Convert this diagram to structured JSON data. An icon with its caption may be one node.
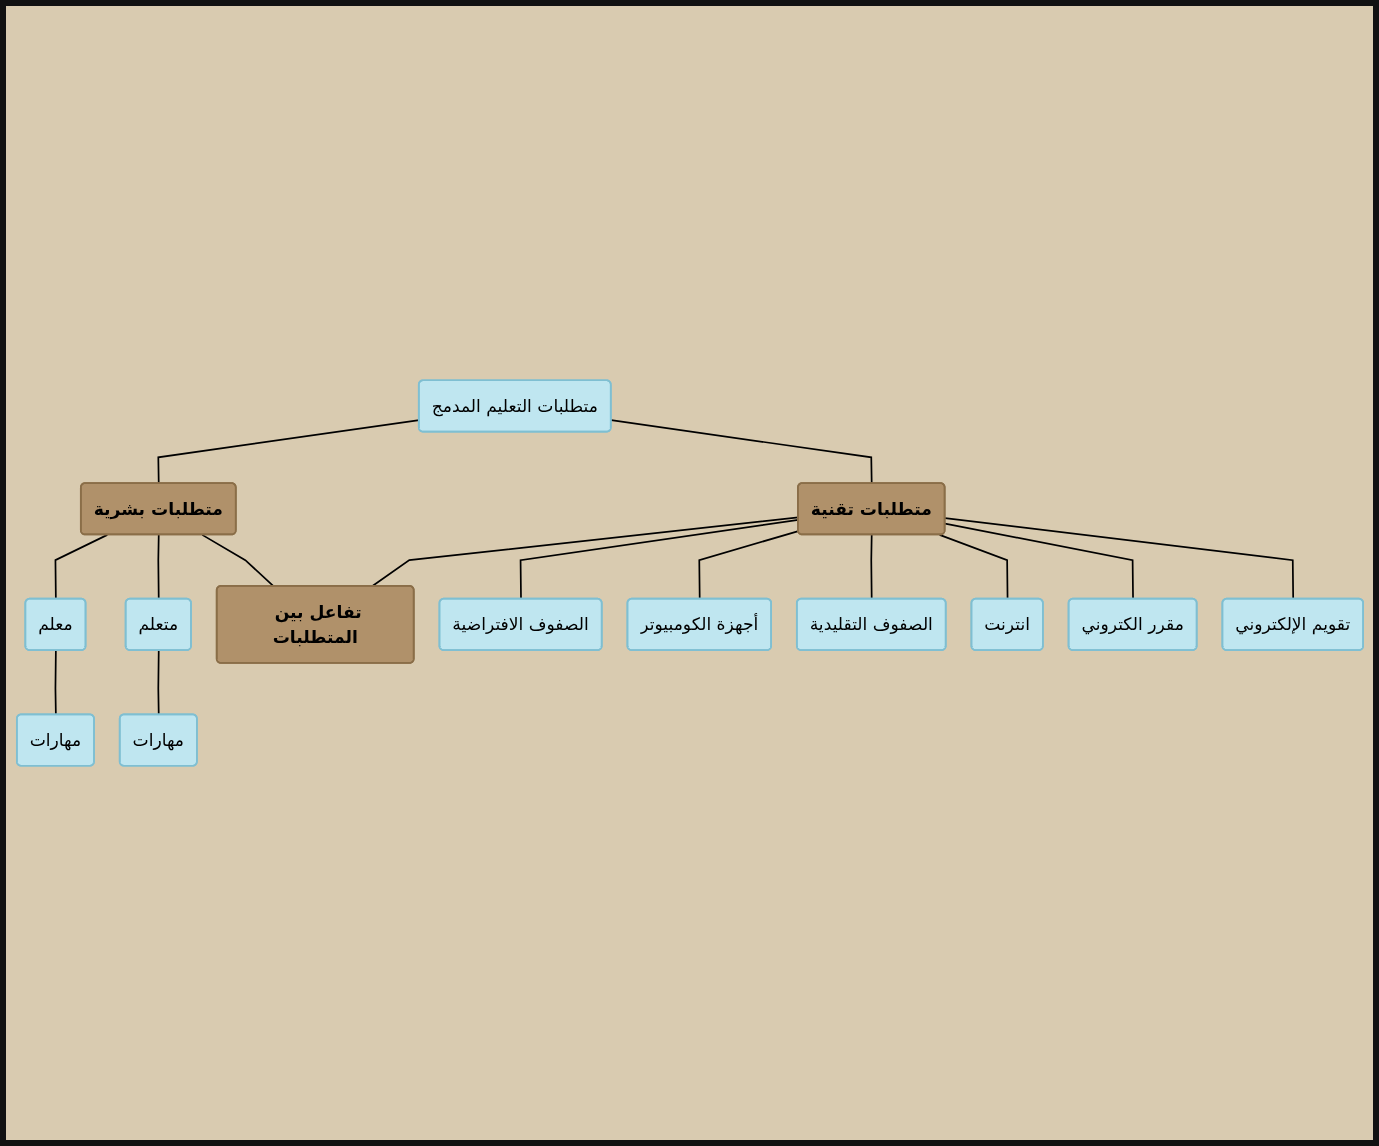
{
  "diagram": {
    "nodes": [
      {
        "text": [
          "متطلبات التعليم المدمج"
        ]
      },
      {
        "text": [
          "متطلبات بشرية"
        ]
      },
      {
        "text": [
          "متطلبات تقنية"
        ]
      },
      {
        "text": [
          "مهارات"
        ]
      },
      {
        "text": [
          "معلم"
        ]
      },
      {
        "text": [
          "مهارات"
        ]
      },
      {
        "text": [
          "متعلم"
        ]
      },
      {
        "text": [
          "تفاعل بين المتطلبات"
        ]
      },
      {
        "text": [
          "الصفوف الافتراضية"
        ]
      },
      {
        "text": [
          "أجهزة الكومبيوتر"
        ]
      },
      {
        "text": [
          "الصفوف التقليدية"
        ]
      },
      {
        "text": [
          "انترنت"
        ]
      },
      {
        "text": [
          "مقرر الكتروني"
        ]
      },
      {
        "text": [
          "تقويم الإلكتروني"
        ]
      }
    ],
    "edges": [
      {
        "from": 0,
        "to": 1,
        "arrow": "none"
      },
      {
        "from": 0,
        "to": 2,
        "arrow": "none"
      },
      {
        "from": 1,
        "to": 4,
        "arrow": "none"
      },
      {
        "from": 1,
        "to": 6,
        "arrow": "none"
      },
      {
        "from": 1,
        "to": 7,
        "arrow": "none"
      },
      {
        "from": 2,
        "to": 7,
        "arrow": "none"
      },
      {
        "from": 2,
        "to": 8,
        "arrow": "none"
      },
      {
        "from": 2,
        "to": 9,
        "arrow": "none"
      },
      {
        "from": 2,
        "to": 10,
        "arrow": "none"
      },
      {
        "from": 2,
        "to": 11,
        "arrow": "none"
      },
      {
        "from": 2,
        "to": 12,
        "arrow": "none"
      },
      {
        "from": 2,
        "to": 13,
        "arrow": "none"
      },
      {
        "from": 4,
        "to": 3,
        "arrow": "none"
      },
      {
        "from": 6,
        "to": 5,
        "arrow": "none"
      }
    ]
  }
}
